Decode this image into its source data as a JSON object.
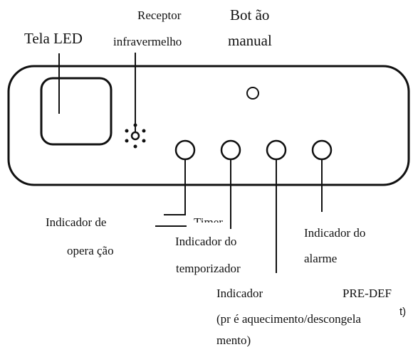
{
  "labels": {
    "tela_led": "Tela LED",
    "receptor_line1": "Receptor",
    "receptor_line2": "infravermelho",
    "botao_line1": "Bot ão",
    "botao_line2": "manual",
    "operacao_line1": "Indicador de",
    "operacao_line2": "opera ção",
    "temporizador_line1": "Indicador do",
    "temporizador_line2": "temporizador",
    "alarme_line1": "Indicador do",
    "alarme_line2": "alarme",
    "predef_line1a": "Indicador",
    "predef_line1b": "PRE-DEF",
    "predef_line2": "(pr é aquecimento/descongela",
    "predef_line2_tail": "t)",
    "predef_line3": "mento)",
    "timer_fragment": "Timer"
  }
}
